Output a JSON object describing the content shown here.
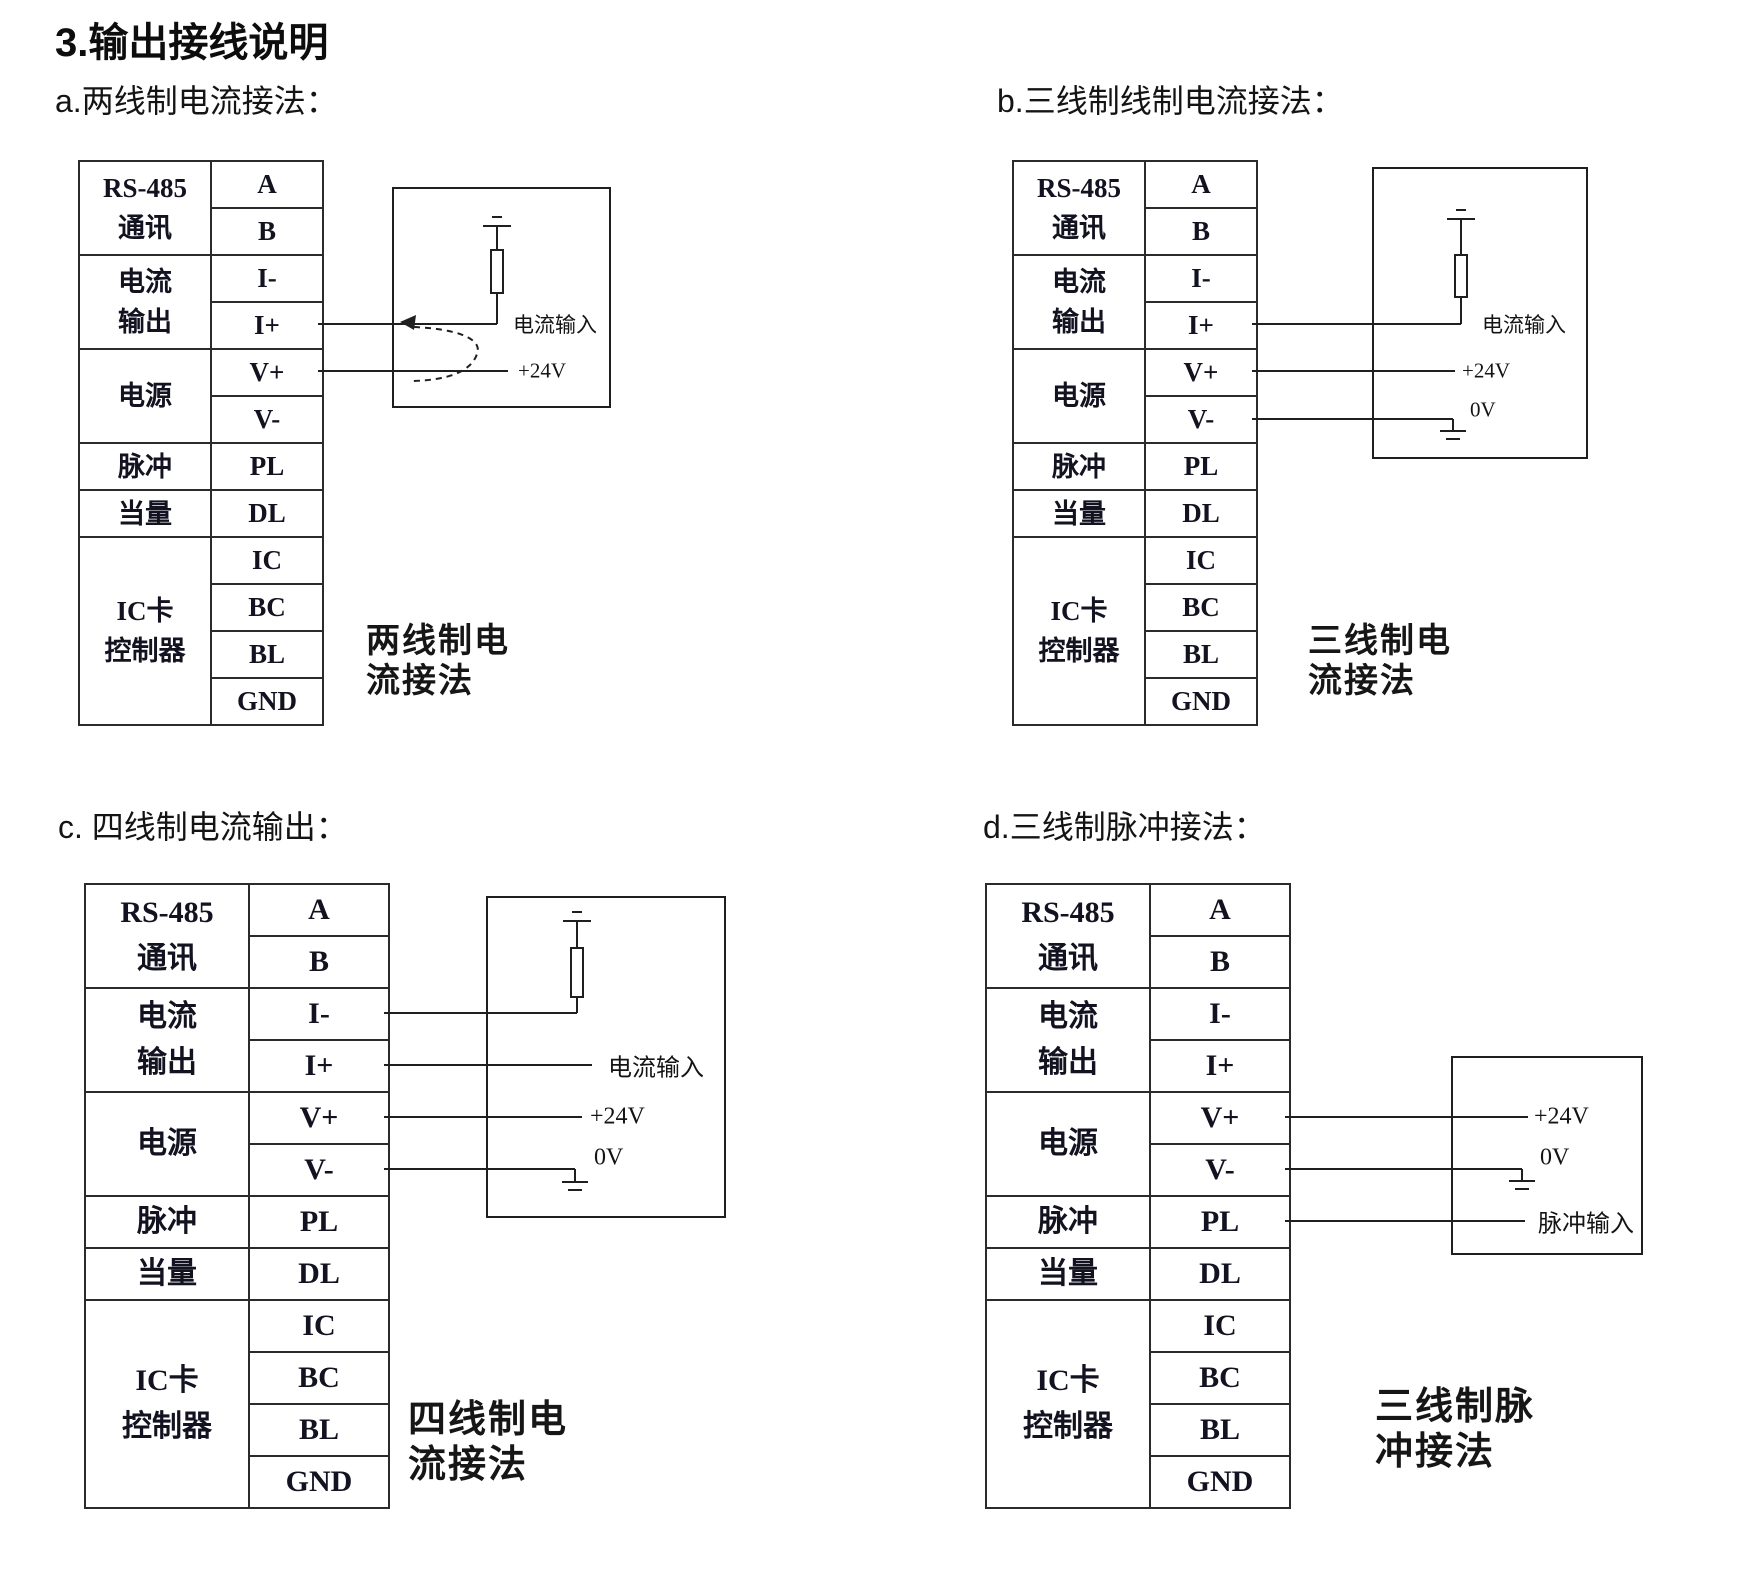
{
  "title": "3.输出接线说明",
  "terminal_table": {
    "groups": [
      {
        "lines": [
          "RS-485",
          "通讯"
        ],
        "span": 2
      },
      {
        "lines": [
          "电流",
          "输出"
        ],
        "span": 2
      },
      {
        "lines": [
          "电源"
        ],
        "span": 2
      },
      {
        "lines": [
          "脉冲"
        ],
        "span": 1
      },
      {
        "lines": [
          "当量"
        ],
        "span": 1
      },
      {
        "lines": [
          "IC卡",
          "控制器"
        ],
        "span": 4
      }
    ],
    "pins": [
      "A",
      "B",
      "I-",
      "I+",
      "V+",
      "V-",
      "PL",
      "DL",
      "IC",
      "BC",
      "BL",
      "GND"
    ]
  },
  "sections": {
    "a": {
      "heading": "a.两线制电流接法：",
      "caption_line1": "两线制电",
      "caption_line2": "流接法",
      "labels": {
        "current_input": "电流输入",
        "v24": "+24V"
      }
    },
    "b": {
      "heading": "b.三线制线制电流接法：",
      "caption_line1": "三线制电",
      "caption_line2": "流接法",
      "labels": {
        "current_input": "电流输入",
        "v24": "+24V",
        "v0": "0V"
      }
    },
    "c": {
      "heading": "c. 四线制电流输出：",
      "caption_line1": "四线制电",
      "caption_line2": "流接法",
      "labels": {
        "current_input": "电流输入",
        "v24": "+24V",
        "v0": "0V"
      }
    },
    "d": {
      "heading": "d.三线制脉冲接法：",
      "caption_line1": "三线制脉",
      "caption_line2": "冲接法",
      "labels": {
        "v24": "+24V",
        "v0": "0V",
        "pulse_input": "脉冲输入"
      }
    }
  }
}
